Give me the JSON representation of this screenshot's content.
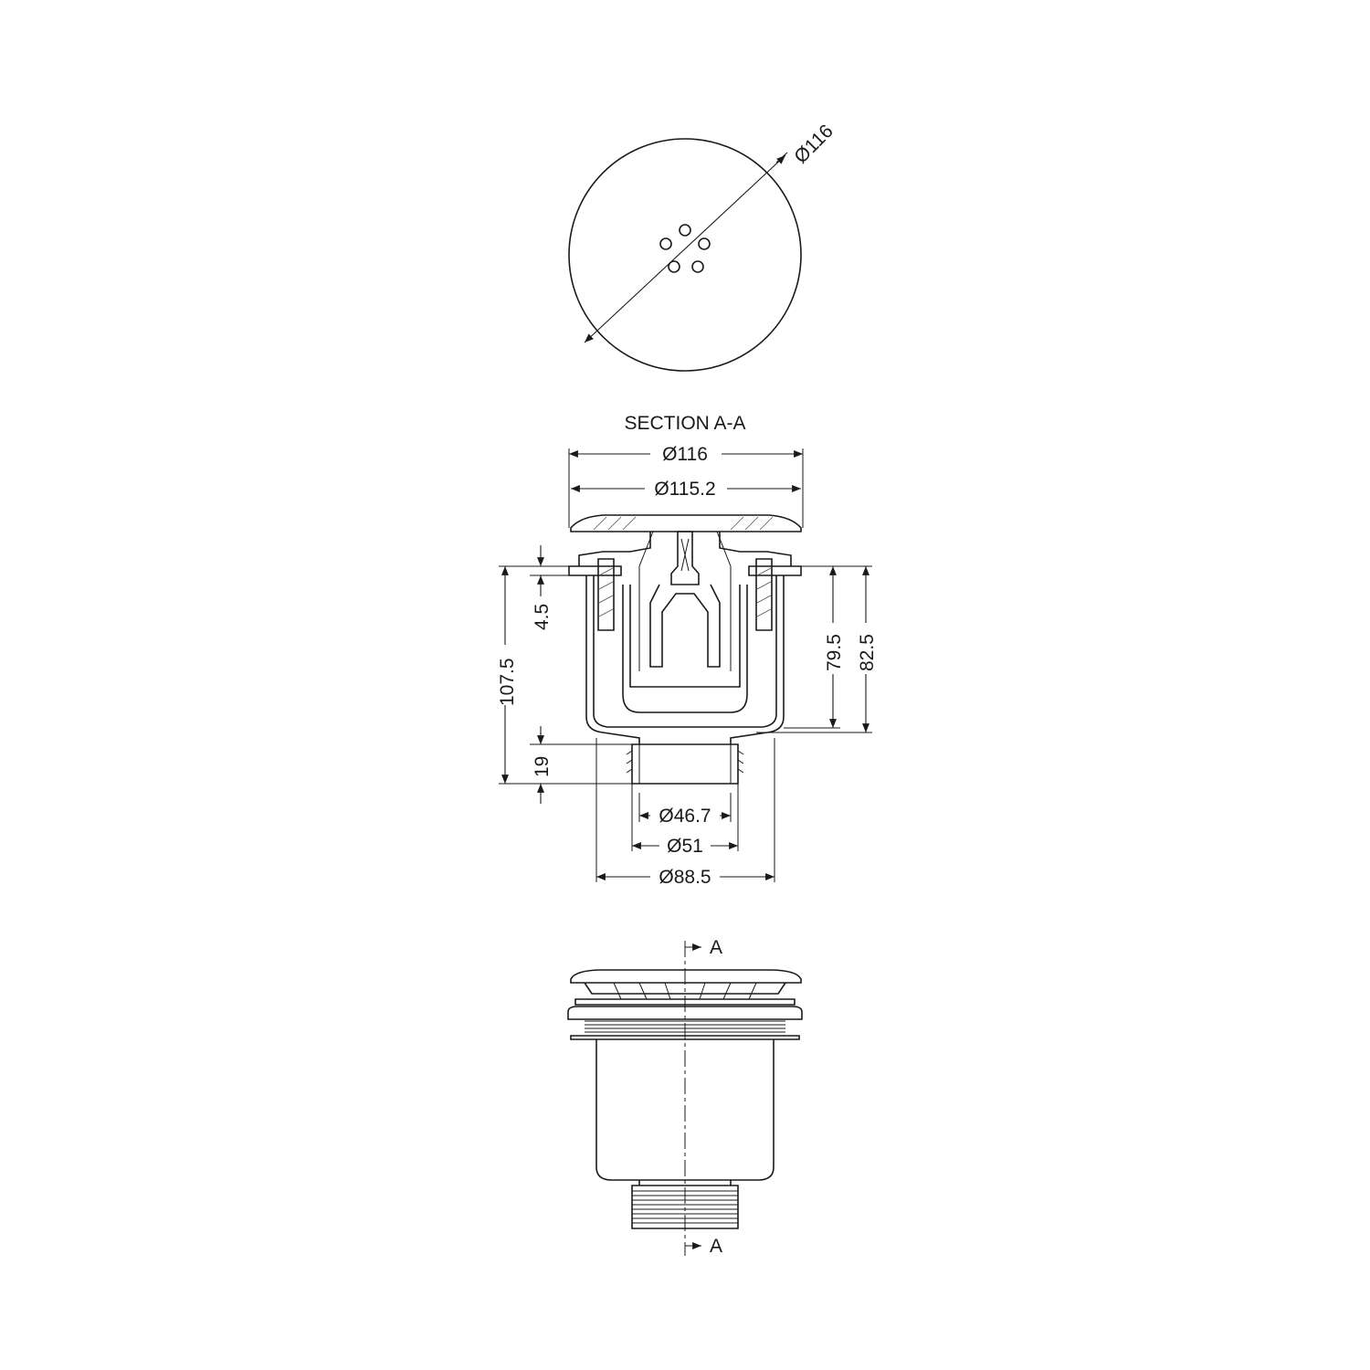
{
  "top_view": {
    "diameter_label": "Ø116"
  },
  "section_view": {
    "title": "SECTION A-A",
    "dimensions": {
      "outer_diameter": "Ø116",
      "cap_diameter": "Ø115.2",
      "flange_thickness": "4.5",
      "total_height": "107.5",
      "outlet_height": "19",
      "body_height": "79.5",
      "overall_body_height": "82.5",
      "outlet_inner_diameter": "Ø46.7",
      "outlet_outer_diameter": "Ø51",
      "body_diameter": "Ø88.5"
    }
  },
  "side_view": {
    "section_marker_top": "A",
    "section_marker_bottom": "A"
  }
}
